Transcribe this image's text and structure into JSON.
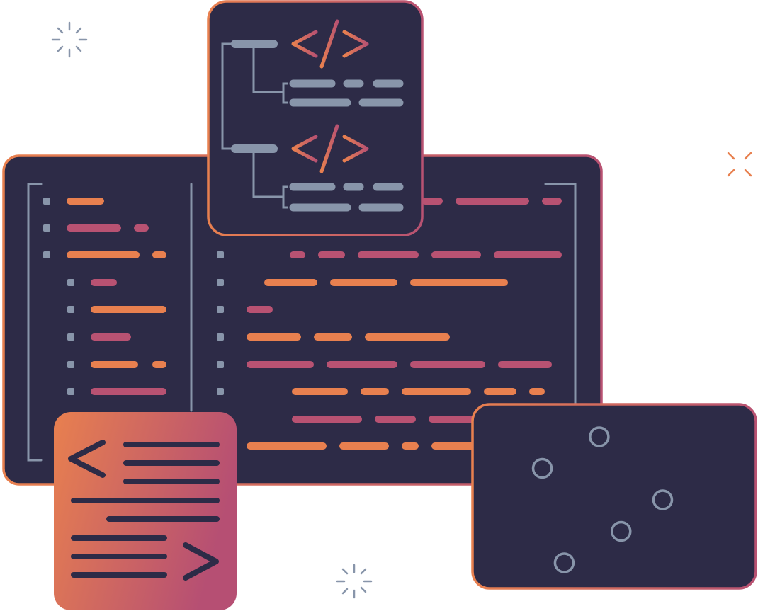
{
  "colors": {
    "panel": "#2d2b47",
    "orange": "#e8804f",
    "pink": "#b85272",
    "steel": "#8895aa",
    "border_orange": "#e8804f",
    "border_pink": "#b85272"
  },
  "sliders": {
    "levels": [
      0.43,
      0.17,
      0.72,
      0.53,
      0.27
    ]
  },
  "icons": {
    "code_tag_1": "code-tag-icon",
    "code_tag_2": "code-tag-icon",
    "document_chevrons": "document-code-icon",
    "sparkles": "sparkle-icon"
  }
}
